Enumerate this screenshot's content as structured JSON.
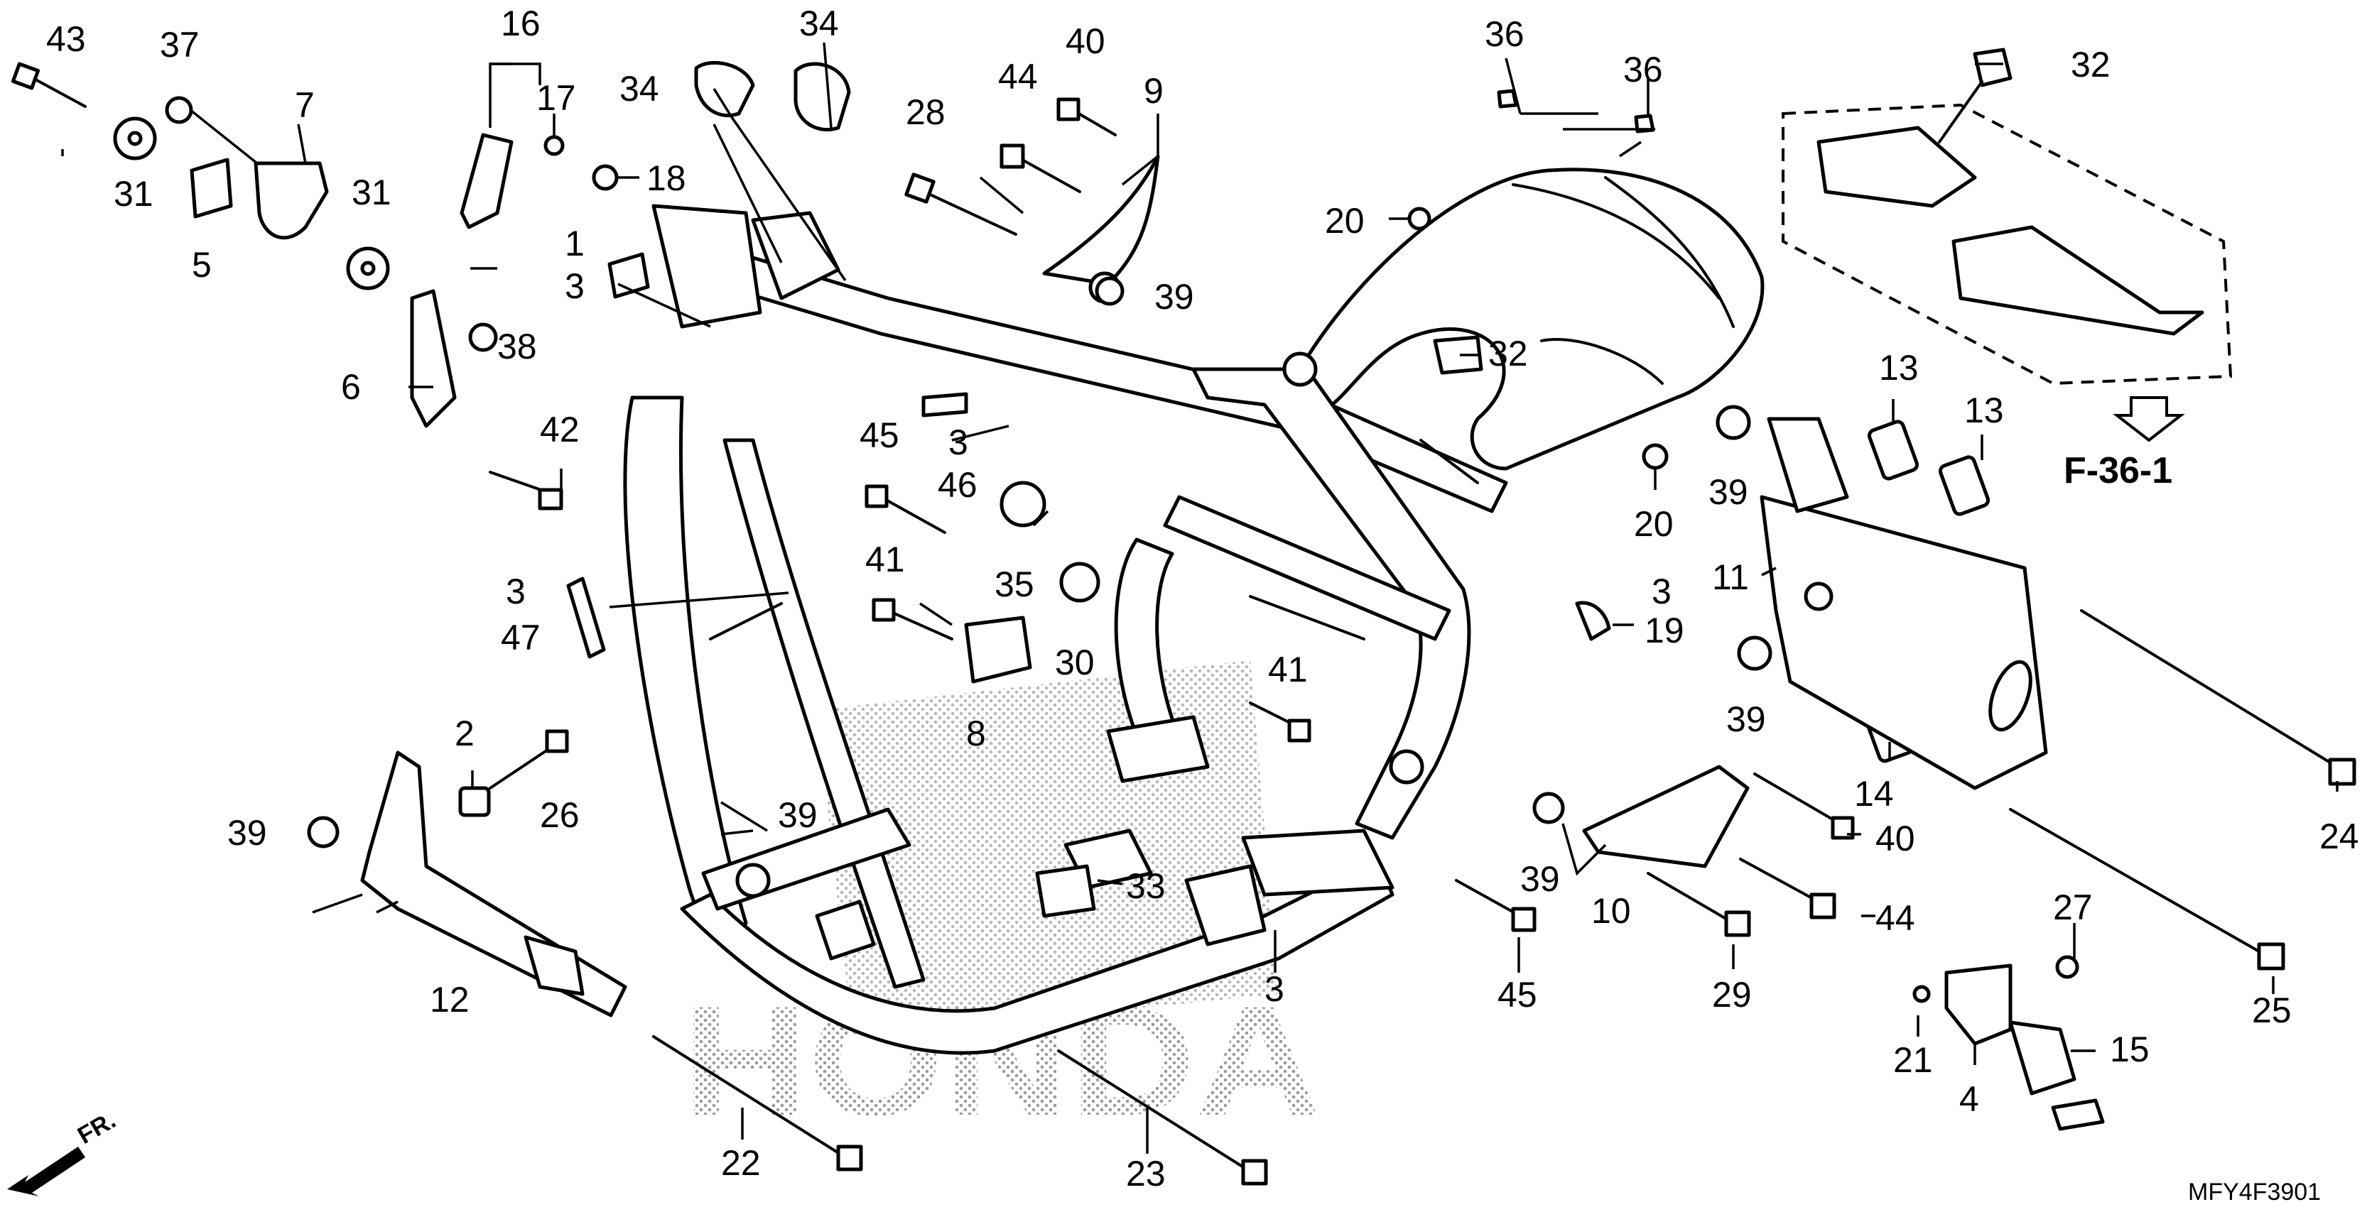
{
  "callouts": [
    {
      "id": "c43",
      "label": "43"
    },
    {
      "id": "c37",
      "label": "37"
    },
    {
      "id": "c7",
      "label": "7"
    },
    {
      "id": "c31a",
      "label": "31"
    },
    {
      "id": "c5",
      "label": "5"
    },
    {
      "id": "c16",
      "label": "16"
    },
    {
      "id": "c17",
      "label": "17"
    },
    {
      "id": "c18",
      "label": "18"
    },
    {
      "id": "c31b",
      "label": "31"
    },
    {
      "id": "c1",
      "label": "1"
    },
    {
      "id": "c3a",
      "label": "3"
    },
    {
      "id": "c38",
      "label": "38"
    },
    {
      "id": "c6",
      "label": "6"
    },
    {
      "id": "c42",
      "label": "42"
    },
    {
      "id": "c34a",
      "label": "34"
    },
    {
      "id": "c34b",
      "label": "34"
    },
    {
      "id": "c28",
      "label": "28"
    },
    {
      "id": "c44a",
      "label": "44"
    },
    {
      "id": "c40a",
      "label": "40"
    },
    {
      "id": "c9",
      "label": "9"
    },
    {
      "id": "c39a",
      "label": "39"
    },
    {
      "id": "c3b",
      "label": "3"
    },
    {
      "id": "c46",
      "label": "46"
    },
    {
      "id": "c45a",
      "label": "45"
    },
    {
      "id": "c35",
      "label": "35"
    },
    {
      "id": "c41a",
      "label": "41"
    },
    {
      "id": "c30",
      "label": "30"
    },
    {
      "id": "c8",
      "label": "8"
    },
    {
      "id": "c41b",
      "label": "41"
    },
    {
      "id": "c3c",
      "label": "3"
    },
    {
      "id": "c47",
      "label": "47"
    },
    {
      "id": "c2",
      "label": "2"
    },
    {
      "id": "c26",
      "label": "26"
    },
    {
      "id": "c39b",
      "label": "39"
    },
    {
      "id": "c39c",
      "label": "39"
    },
    {
      "id": "c12",
      "label": "12"
    },
    {
      "id": "c33",
      "label": "33"
    },
    {
      "id": "c3d",
      "label": "3"
    },
    {
      "id": "c22",
      "label": "22"
    },
    {
      "id": "c23",
      "label": "23"
    },
    {
      "id": "c36a",
      "label": "36"
    },
    {
      "id": "c36b",
      "label": "36"
    },
    {
      "id": "c20a",
      "label": "20"
    },
    {
      "id": "c32a",
      "label": "32"
    },
    {
      "id": "c20b",
      "label": "20"
    },
    {
      "id": "c3e",
      "label": "3"
    },
    {
      "id": "c19",
      "label": "19"
    },
    {
      "id": "c32b",
      "label": "32"
    },
    {
      "id": "c13a",
      "label": "13"
    },
    {
      "id": "c13b",
      "label": "13"
    },
    {
      "id": "c39d",
      "label": "39"
    },
    {
      "id": "c11",
      "label": "11"
    },
    {
      "id": "c39e",
      "label": "39"
    },
    {
      "id": "c14",
      "label": "14"
    },
    {
      "id": "c24",
      "label": "24"
    },
    {
      "id": "c40b",
      "label": "40"
    },
    {
      "id": "c39f",
      "label": "39"
    },
    {
      "id": "c10",
      "label": "10"
    },
    {
      "id": "c44b",
      "label": "44"
    },
    {
      "id": "c45b",
      "label": "45"
    },
    {
      "id": "c29",
      "label": "29"
    },
    {
      "id": "c25",
      "label": "25"
    },
    {
      "id": "c27",
      "label": "27"
    },
    {
      "id": "c21",
      "label": "21"
    },
    {
      "id": "c15",
      "label": "15"
    },
    {
      "id": "c4",
      "label": "4"
    }
  ],
  "reference": "F-36-1",
  "front_marker": "FR.",
  "diagram_code": "MFY4F3901",
  "watermark": "HONDA"
}
